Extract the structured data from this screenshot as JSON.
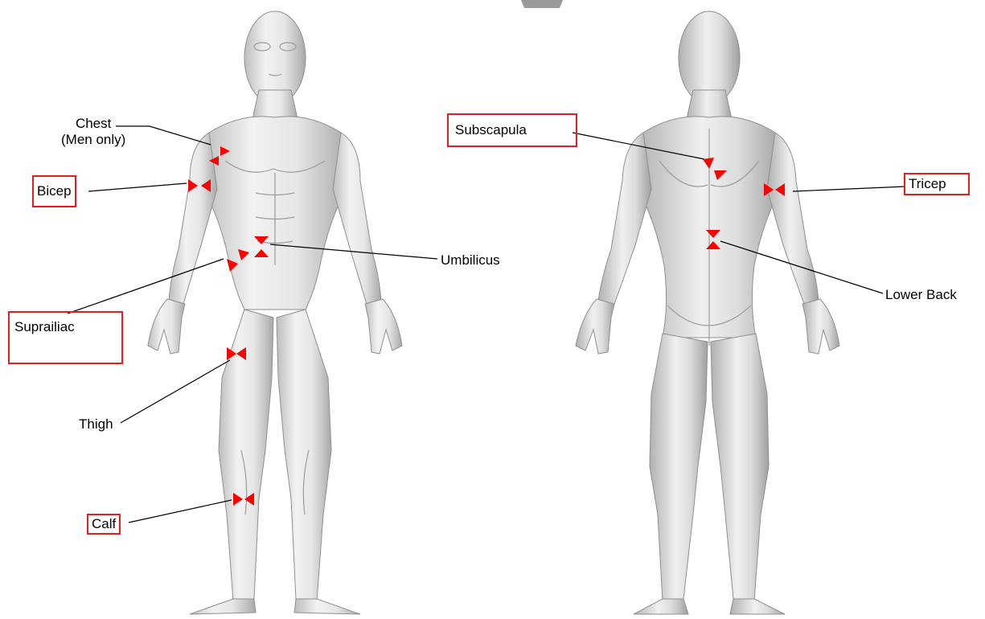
{
  "labels": {
    "chest_line1": "Chest",
    "chest_line2": "(Men only)",
    "bicep": "Bicep",
    "umbilicus": "Umbilicus",
    "suprailiac": "Suprailiac",
    "thigh": "Thigh",
    "calf": "Calf",
    "subscapula": "Subscapula",
    "tricep": "Tricep",
    "lower_back": "Lower Back"
  },
  "colors": {
    "marker": "#ff0000",
    "highlight_box": "#e02020",
    "leader_line": "#000000",
    "skin_light": "#f2f2f2",
    "skin_shade": "#bdbdbd"
  },
  "figures": [
    "front-view",
    "back-view"
  ],
  "marker_icon": "caliper-pinch-marker"
}
